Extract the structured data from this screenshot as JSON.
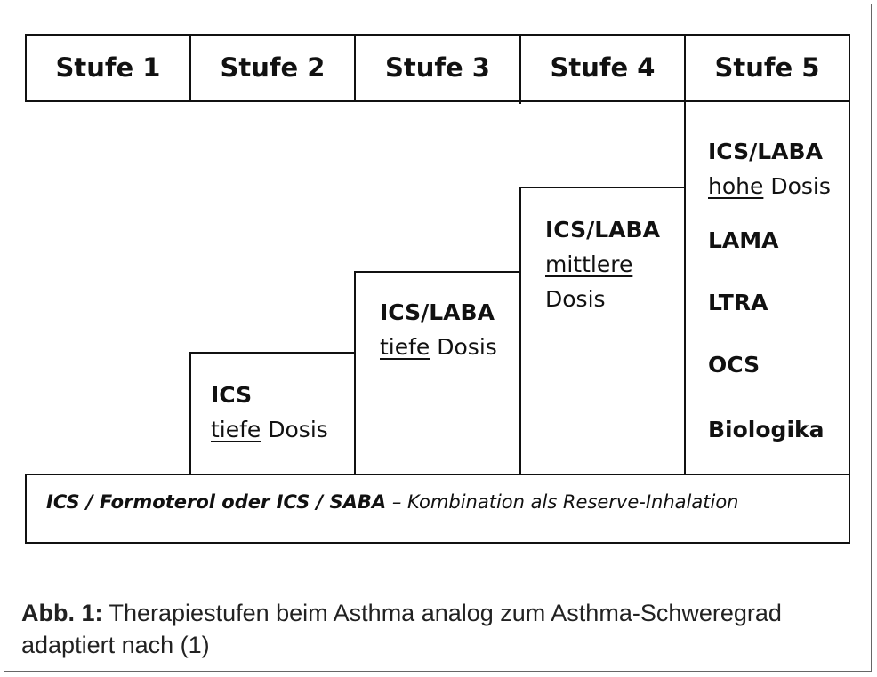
{
  "header": {
    "steps": [
      "Stufe 1",
      "Stufe 2",
      "Stufe 3",
      "Stufe 4",
      "Stufe 5"
    ]
  },
  "step2": {
    "drug": "ICS",
    "dose_word": "tiefe",
    "dose_rest": " Dosis"
  },
  "step3": {
    "drug": "ICS/LABA",
    "dose_word": "tiefe",
    "dose_rest": " Dosis"
  },
  "step4": {
    "drug": "ICS/LABA",
    "dose_word": "mittlere",
    "dose_rest": "Dosis"
  },
  "step5": {
    "drug": "ICS/LABA",
    "dose_word": "hohe",
    "dose_rest": " Dosis",
    "items": [
      "LAMA",
      "LTRA",
      "OCS",
      "Biologika"
    ]
  },
  "reserve": {
    "bold": "ICS / Formoterol oder ICS / SABA",
    "rest": " – Kombination als Reserve-Inhalation"
  },
  "caption": {
    "label": "Abb. 1:",
    "text": " Therapiestufen beim Asthma analog zum Asthma-Schweregrad adaptiert nach (1)"
  }
}
